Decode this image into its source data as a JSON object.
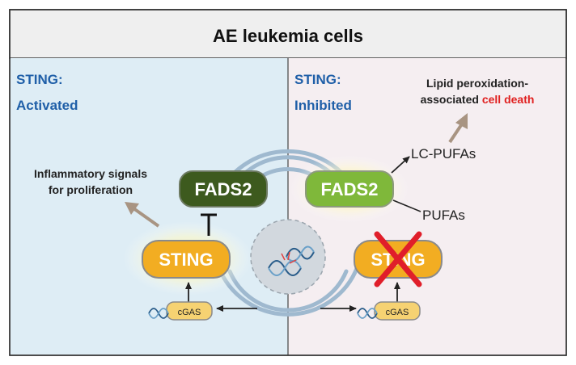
{
  "title": "AE leukemia cells",
  "left_panel": {
    "heading_line1": "STING:",
    "heading_line2": "Activated",
    "signal_line1": "Inflammatory signals",
    "signal_line2": "for proliferation",
    "fads2_label": "FADS2",
    "sting_label": "STING",
    "cgas_label": "cGAS"
  },
  "right_panel": {
    "heading_line1": "STING:",
    "heading_line2": "Inhibited",
    "outcome_line1": "Lipid peroxidation-",
    "outcome_line2_prefix": "associated ",
    "outcome_line2_highlight": "cell death",
    "fads2_label": "FADS2",
    "product_label": "LC-PUFAs",
    "substrate_label": "PUFAs",
    "sting_label": "STING",
    "cgas_label": "cGAS"
  },
  "colors": {
    "heading_blue": "#1f5fa8",
    "death_red": "#e02020",
    "fads2_dark": "#3d5a1e",
    "fads2_light": "#7fb83a",
    "sting_orange": "#f2ad22",
    "left_bg": "#deedf5",
    "right_bg": "#f5eef1"
  }
}
